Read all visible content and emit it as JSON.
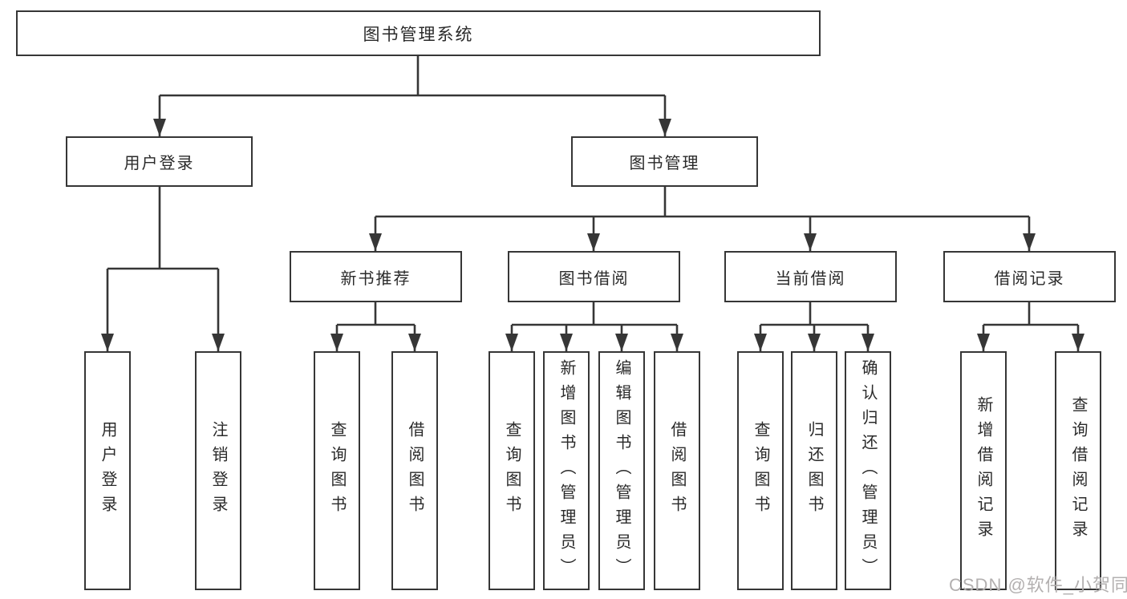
{
  "diagram": {
    "title": "图书管理系统",
    "branches": {
      "user_login": {
        "label": "用户登录",
        "children": [
          "用户登录",
          "注销登录"
        ]
      },
      "book_mgmt": {
        "label": "图书管理",
        "sections": {
          "new_books": {
            "label": "新书推荐",
            "children": [
              "查询图书",
              "借阅图书"
            ]
          },
          "book_borrow": {
            "label": "图书借阅",
            "children": [
              "查询图书",
              "新增图书（管理员）",
              "编辑图书（管理员）",
              "借阅图书"
            ]
          },
          "current_borrow": {
            "label": "当前借阅",
            "children": [
              "查询图书",
              "归还图书",
              "确认归还（管理员）"
            ]
          },
          "borrow_records": {
            "label": "借阅记录",
            "children": [
              "新增借阅记录",
              "查询借阅记录"
            ]
          }
        }
      }
    }
  },
  "watermark": {
    "text": "CSDN @软件_小贺同学"
  },
  "colors": {
    "background": "#ffffff",
    "box_fill": "#ffffff",
    "box_border": "#363636",
    "line": "#363636",
    "text": "#2a2a2a",
    "watermark": "#b3b0b0"
  }
}
